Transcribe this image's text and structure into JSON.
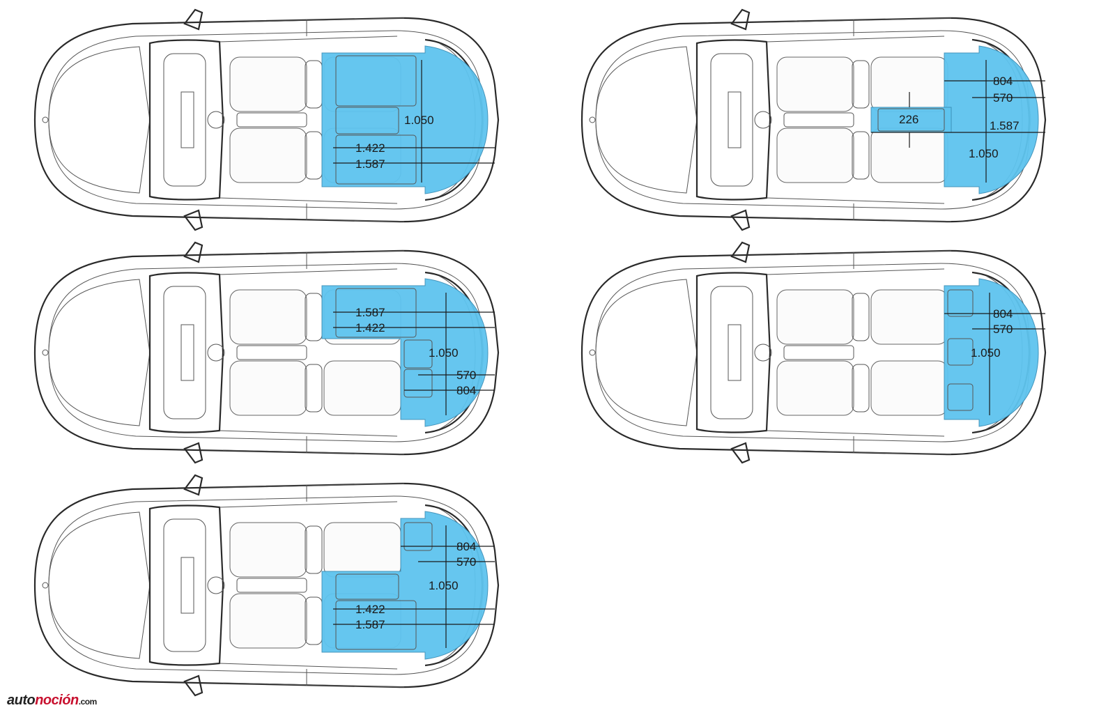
{
  "diagrams": [
    {
      "id": "config-1",
      "labels": [
        {
          "text": "1.050",
          "role": "width"
        },
        {
          "text": "1.422",
          "role": "length-inner"
        },
        {
          "text": "1.587",
          "role": "length-outer"
        }
      ]
    },
    {
      "id": "config-2",
      "labels": [
        {
          "text": "804",
          "role": "length-outer"
        },
        {
          "text": "570",
          "role": "length-inner"
        },
        {
          "text": "226",
          "role": "through-load-width"
        },
        {
          "text": "1.587",
          "role": "through-load-length"
        },
        {
          "text": "1.050",
          "role": "width"
        }
      ]
    },
    {
      "id": "config-3",
      "labels": [
        {
          "text": "1.587",
          "role": "length-outer"
        },
        {
          "text": "1.422",
          "role": "length-inner"
        },
        {
          "text": "1.050",
          "role": "width"
        },
        {
          "text": "570",
          "role": "trunk-inner"
        },
        {
          "text": "804",
          "role": "trunk-outer"
        }
      ]
    },
    {
      "id": "config-4",
      "labels": [
        {
          "text": "804",
          "role": "length-outer"
        },
        {
          "text": "570",
          "role": "length-inner"
        },
        {
          "text": "1.050",
          "role": "width"
        }
      ]
    },
    {
      "id": "config-5",
      "labels": [
        {
          "text": "804",
          "role": "trunk-outer"
        },
        {
          "text": "570",
          "role": "trunk-inner"
        },
        {
          "text": "1.050",
          "role": "width"
        },
        {
          "text": "1.422",
          "role": "length-inner"
        },
        {
          "text": "1.587",
          "role": "length-outer"
        }
      ]
    }
  ],
  "watermark": {
    "prefix": "auto",
    "highlight": "noción",
    "suffix": ".com"
  },
  "colors": {
    "cargo": "#5ec4ef",
    "outline": "#2a2a2a",
    "brand_red": "#c8102e"
  }
}
